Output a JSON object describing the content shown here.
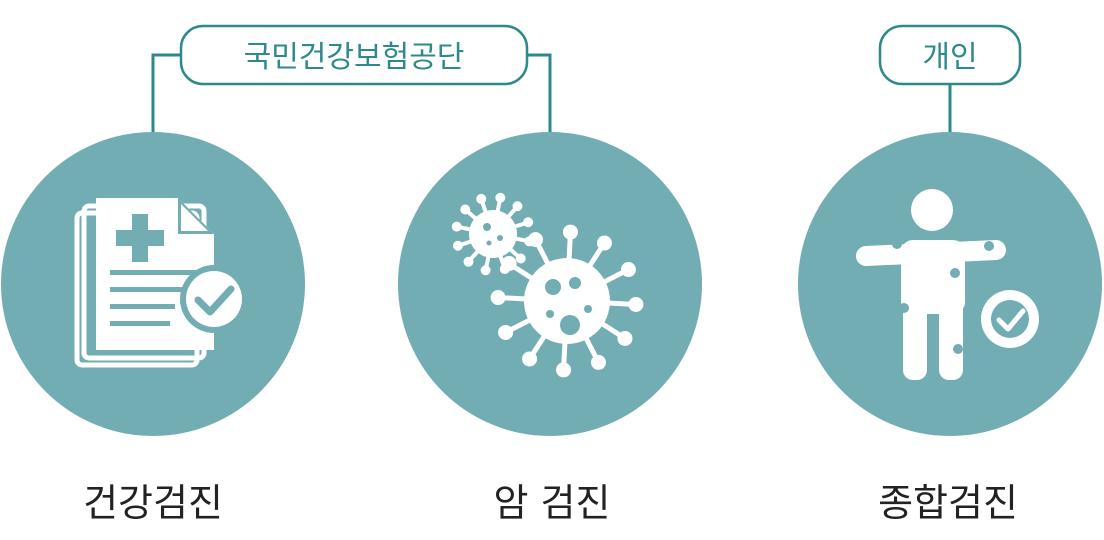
{
  "colors": {
    "accent": "#2e8a8a",
    "circle_fill": "#72adb4",
    "icon_fill": "#ffffff",
    "caption_text": "#222222"
  },
  "groups": {
    "nhis_label": "국민건강보험공단",
    "individual_label": "개인"
  },
  "items": [
    {
      "caption": "건강검진",
      "icon": "medical-document-check-icon"
    },
    {
      "caption": "암 검진",
      "icon": "virus-icon"
    },
    {
      "caption": "종합검진",
      "icon": "body-check-icon"
    }
  ]
}
